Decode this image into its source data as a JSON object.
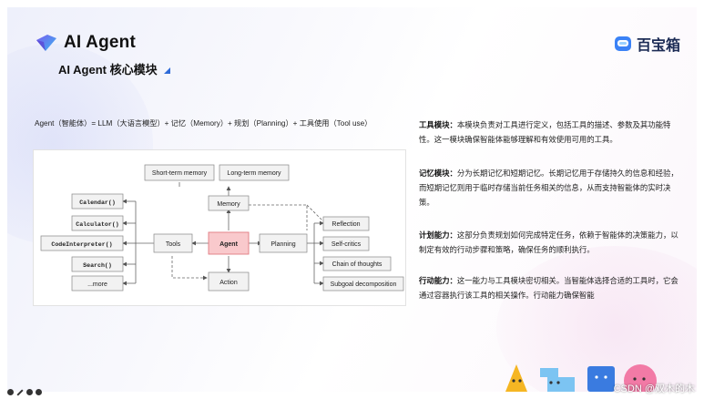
{
  "slide": {
    "title": "AI Agent",
    "subtitle": "AI Agent 核心模块",
    "brand": "百宝箱"
  },
  "formula": "Agent（智能体）= LLM（大语言模型）+ 记忆（Memory）+ 规划（Planning）+ 工具使用（Tool use）",
  "diagram": {
    "memory_types": [
      "Short-term memory",
      "Long-term memory"
    ],
    "memory": "Memory",
    "agent": "Agent",
    "tools": "Tools",
    "planning": "Planning",
    "action": "Action",
    "tool_list": [
      "Calendar()",
      "Calculator()",
      "CodeInterpreter()",
      "Search()",
      "...more"
    ],
    "planning_list": [
      "Reflection",
      "Self-critics",
      "Chain of thoughts",
      "Subgoal decomposition"
    ]
  },
  "descriptions": [
    {
      "label": "工具模块：",
      "text": "本模块负责对工具进行定义，包括工具的描述、参数及其功能特性。这一模块确保智能体能够理解和有效使用可用的工具。"
    },
    {
      "label": "记忆模块：",
      "text": "分为长期记忆和短期记忆。长期记忆用于存储持久的信息和经验，而短期记忆则用于临时存储当前任务相关的信息，从而支持智能体的实时决策。"
    },
    {
      "label": "计划能力：",
      "text": "这部分负责规划如何完成特定任务，依赖于智能体的决策能力，以制定有效的行动步骤和策略，确保任务的顺利执行。"
    },
    {
      "label": "行动能力：",
      "text": "这一能力与工具模块密切相关。当智能体选择合适的工具时，它会通过容器执行该工具的相关操作。行动能力确保智能"
    }
  ],
  "watermark": "CSDN @双木的木",
  "colors": {
    "agent_fill": "#f9c9cc",
    "agent_border": "#e07a80",
    "accent": "#2f6bd8"
  },
  "icons": [
    "logo-icon",
    "brand-box-icon",
    "pen-icon"
  ]
}
